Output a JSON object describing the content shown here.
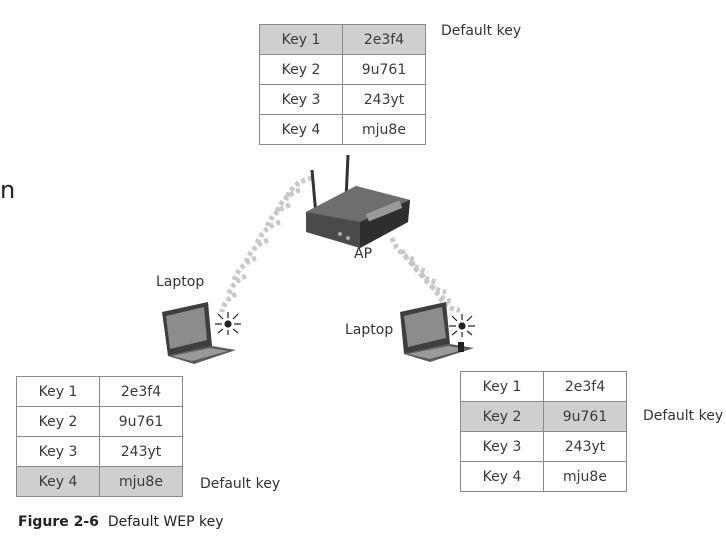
{
  "default_key_label": "Default key",
  "ap": {
    "label": "AP",
    "keys": [
      {
        "key": "Key 1",
        "value": "2e3f4"
      },
      {
        "key": "Key 2",
        "value": "9u761"
      },
      {
        "key": "Key 3",
        "value": "243yt"
      },
      {
        "key": "Key 4",
        "value": "mju8e"
      }
    ],
    "default_index": 0
  },
  "laptop_left": {
    "label": "Laptop",
    "keys": [
      {
        "key": "Key 1",
        "value": "2e3f4"
      },
      {
        "key": "Key 2",
        "value": "9u761"
      },
      {
        "key": "Key 3",
        "value": "243yt"
      },
      {
        "key": "Key 4",
        "value": "mju8e"
      }
    ],
    "default_index": 3
  },
  "laptop_right": {
    "label": "Laptop",
    "keys": [
      {
        "key": "Key 1",
        "value": "2e3f4"
      },
      {
        "key": "Key 2",
        "value": "9u761"
      },
      {
        "key": "Key 3",
        "value": "243yt"
      },
      {
        "key": "Key 4",
        "value": "mju8e"
      }
    ],
    "default_index": 1
  },
  "caption": {
    "number": "Figure 2-6",
    "title": "Default WEP key"
  },
  "partial_glyph": "n"
}
